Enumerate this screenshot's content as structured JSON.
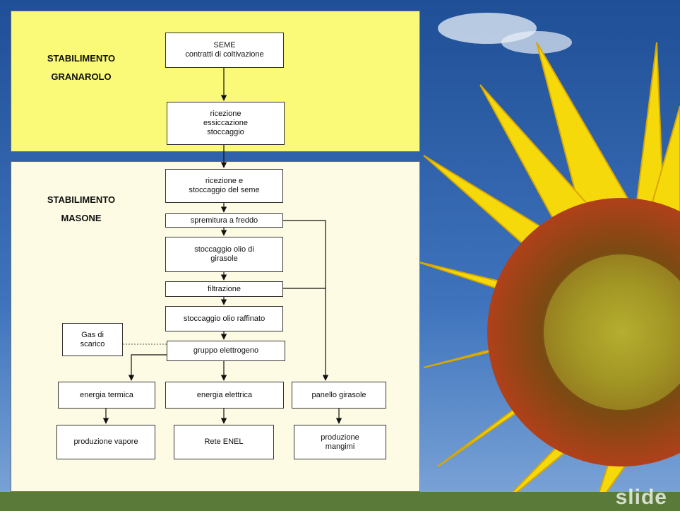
{
  "plants": {
    "granarolo": "STABILIMENTO\nGRANAROLO",
    "masone": "STABILIMENTO\nMASONE"
  },
  "boxes": {
    "seme": "SEME\ncontratti di coltivazione",
    "ricezione_granarolo": "ricezione\nessiccazione\nstoccaggio",
    "ricezione_masone": "ricezione e\nstoccaggio del seme",
    "spremitura": "spremitura a freddo",
    "stoccaggio_olio": "stoccaggio olio di\ngirasole",
    "filtrazione": "filtrazione",
    "stoccaggio_raffinato": "stoccaggio olio raffinato",
    "gas_scarico": "Gas di\nscarico",
    "gruppo_elettrogeno": "gruppo elettrogeno",
    "energia_termica": "energia termica",
    "energia_elettrica": "energia elettrica",
    "panello": "panello girasole",
    "produzione_vapore": "produzione vapore",
    "rete_enel": "Rete ENEL",
    "produzione_mangimi": "produzione\nmangimi"
  },
  "watermark": "slide",
  "colors": {
    "granarolo_panel": "#fafa78",
    "masone_panel": "#fdfbe4",
    "sky": "#2a5a9a",
    "petal": "#f5d90a"
  }
}
